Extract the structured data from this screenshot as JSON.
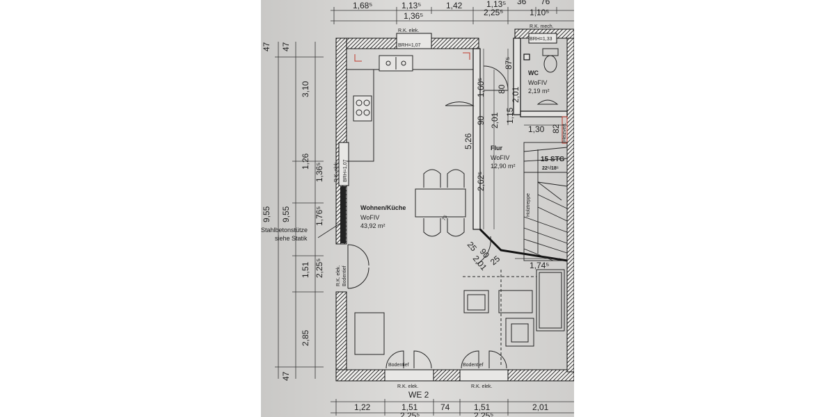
{
  "top_dims": {
    "row1": [
      "1,68⁵",
      "1,13⁵",
      "1,42",
      "1,13⁵",
      "36",
      "76"
    ],
    "row2": [
      "1,36⁵",
      "2,25⁵",
      "1,10⁵"
    ]
  },
  "bottom_dims": {
    "row1": [
      "1,22",
      "1,51",
      "74",
      "1,51",
      "2,01"
    ],
    "row2": [
      "2,25⁵",
      "2,25⁵"
    ]
  },
  "left_dims": {
    "outer": [
      "47",
      "9,55"
    ],
    "middle": [
      "47",
      "3,10",
      "1,26",
      "9,55",
      "1,51",
      "2,85",
      "47"
    ],
    "inner": [
      "1,36⁵",
      "1,76⁵",
      "2,25⁵"
    ]
  },
  "rooms": [
    {
      "name": "Wohnen/Küche",
      "type": "WoFIV",
      "area": "43,92 m²"
    },
    {
      "name": "Flur",
      "type": "WoFIV",
      "area": "12,90 m²"
    },
    {
      "name": "WC",
      "type": "WoFIV",
      "area": "2,19 m²"
    }
  ],
  "annotations": {
    "rk_elek": "R.K. elek.",
    "rk_mech": "R.K. mech.",
    "brh_top": "BRH=1,07",
    "brh_wc": "BRH=1,33",
    "brh_left": "BRH=1,07",
    "bodentief": "Bodentief",
    "stahl": "Stahlbetonstütze",
    "statik": "siehe Statik",
    "stairs": "15 STG",
    "stairs_ratio": "22⁵/18⁵",
    "holztreppe": "Holztreppe",
    "vert": "Heizvert.",
    "unit": "WE 2"
  },
  "interior_dims": {
    "d160": "1,60⁵",
    "d526": "5,26",
    "d90a": "90",
    "d201a": "2,01",
    "d262": "2,62⁵",
    "d875": "87⁵",
    "d80": "80",
    "d201b": "2,01",
    "d115": "1,15",
    "d130": "1,30",
    "d82": "82",
    "d25a": "25",
    "d90b": "90",
    "d201c": "2,01",
    "d25b": "25",
    "d174": "1,74⁵",
    "d75": "75"
  }
}
